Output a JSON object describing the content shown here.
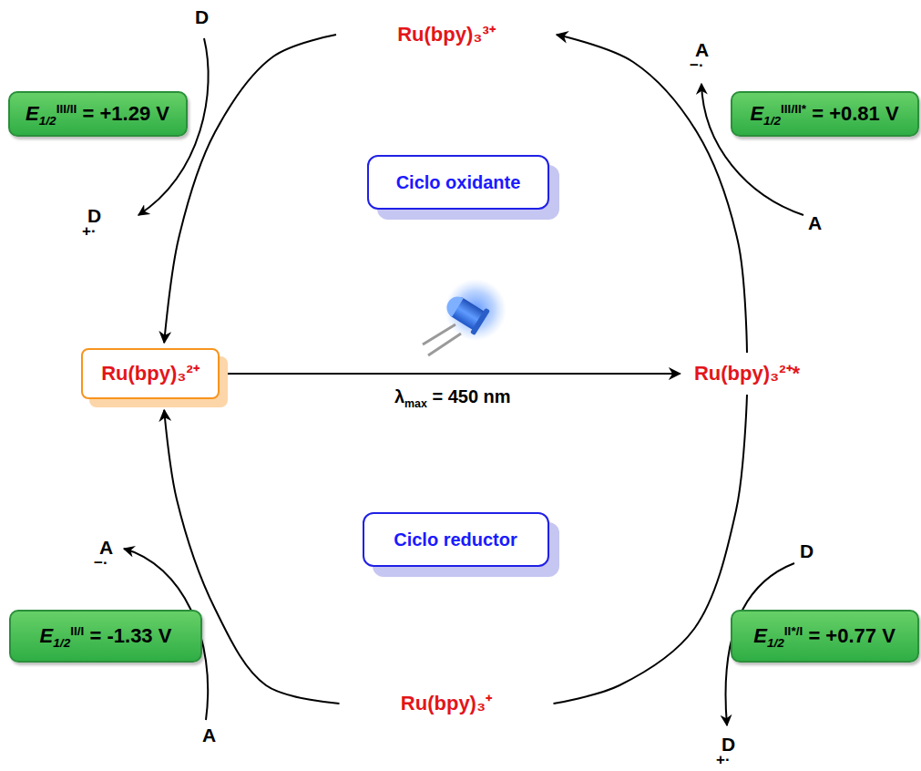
{
  "diagram": {
    "nodes": [
      {
        "text": [
          "Ru(bpy)₃³⁺"
        ]
      },
      {
        "text": [
          "E1/2III/II = +1.29 V"
        ]
      },
      {
        "text": [
          "E1/2III/II* = +0.81 V"
        ]
      },
      {
        "text": [
          "Ciclo oxidante"
        ]
      },
      {
        "text": [
          "Ru(bpy)₃²⁺"
        ]
      },
      {
        "text": [
          "Ru(bpy)₃²⁺*"
        ]
      },
      {
        "text": [
          "Ciclo reductor"
        ]
      },
      {
        "text": [
          "E1/2II/I = -1.33 V"
        ]
      },
      {
        "text": [
          "E1/2II*/I = +0.77 V"
        ]
      },
      {
        "text": [
          "Ru(bpy)₃⁺"
        ]
      }
    ],
    "edges": [
      {
        "from": 4,
        "to": 5,
        "label": "λmax = 450 nm",
        "arrow": "to"
      },
      {
        "from": 5,
        "to": 0,
        "arrow": "to"
      },
      {
        "from": 0,
        "to": 4,
        "arrow": "to"
      },
      {
        "from": 5,
        "to": 9,
        "arrow": "none"
      },
      {
        "from": 9,
        "to": 4,
        "arrow": "to"
      }
    ],
    "labels": [
      "D",
      "A−·",
      "D+·",
      "A",
      "D",
      "D+·",
      "A−·",
      "A"
    ]
  }
}
